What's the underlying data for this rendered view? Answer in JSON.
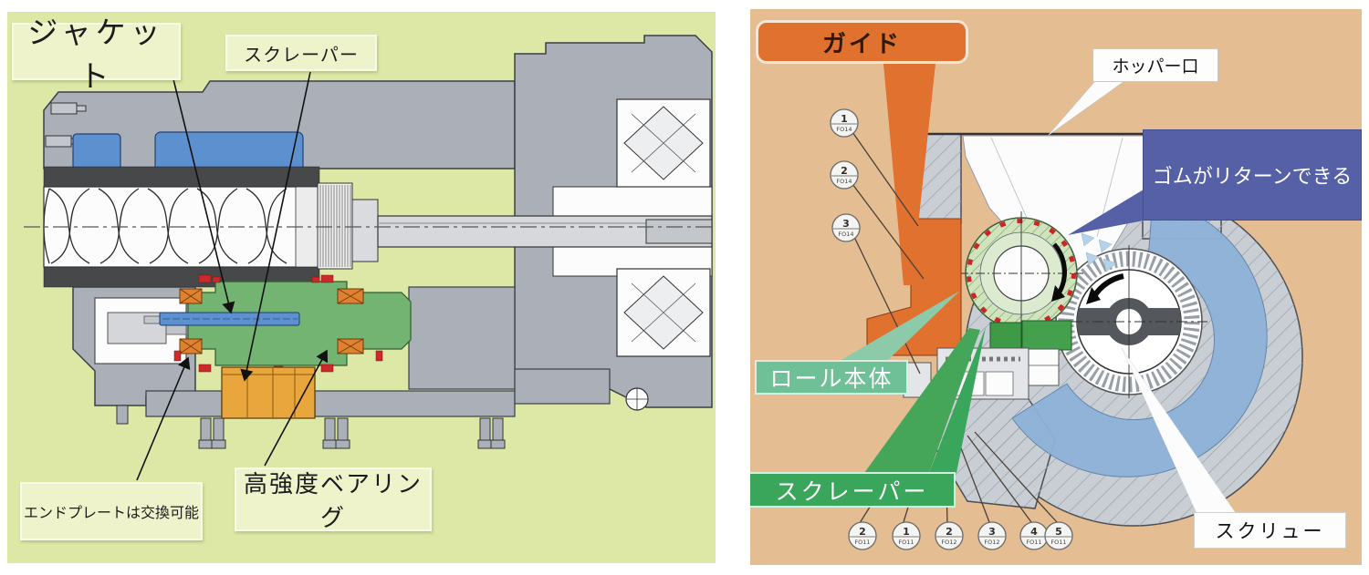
{
  "left_diagram": {
    "background_color": "#dde8a6",
    "labels": {
      "jacket": "ジャケット",
      "scraper": "スクレーパー",
      "end_plate": "エンドプレートは交換可能",
      "bearing": "高強度ベアリング"
    }
  },
  "right_diagram": {
    "background_color": "#e4bd92",
    "callouts": {
      "guide": "ガイド",
      "hopper_port": "ホッパー口",
      "rubber_return": "ゴムがリターンできる",
      "roll_body": "ロール本体",
      "scraper": "スクレーパー",
      "screw": "スクリュー"
    },
    "balloons_left": [
      {
        "num": "1",
        "code": "FO14"
      },
      {
        "num": "2",
        "code": "FO14"
      },
      {
        "num": "3",
        "code": "FO14"
      }
    ],
    "balloons_bottom": [
      {
        "num": "2",
        "code": "FO11"
      },
      {
        "num": "1",
        "code": "FO11"
      },
      {
        "num": "2",
        "code": "FO12"
      },
      {
        "num": "3",
        "code": "FO12"
      },
      {
        "num": "4",
        "code": "FO11"
      },
      {
        "num": "5",
        "code": "FO11"
      }
    ],
    "colors": {
      "guide_orange": "#e0712f",
      "rubber_blue": "#5560a6",
      "roll_label_green": "#6fbf97",
      "scraper_label_green": "#3aa65b",
      "band_blue": "#8fb2d9",
      "roll_fill_green": "#cfe3bd"
    }
  }
}
